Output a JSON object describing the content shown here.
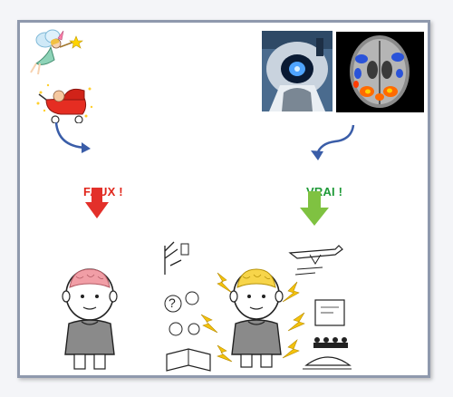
{
  "labels": {
    "faux": "FAUX !",
    "vrai": "VRAI !"
  },
  "colors": {
    "faux": "#e0261b",
    "vrai": "#1f9a38",
    "frame_border": "#8f99ad",
    "curved_arrow": "#3a5da8",
    "red_arrow": "#e3302a",
    "green_arrow": "#7fc241"
  },
  "icons": [
    "fairy-icon",
    "baby-stroller-icon",
    "mri-scanner-photo",
    "brain-scan-photo",
    "curved-arrow-icon",
    "down-arrow-icon",
    "child-with-brain-icon",
    "child-with-brain-and-ideas-icon"
  ]
}
